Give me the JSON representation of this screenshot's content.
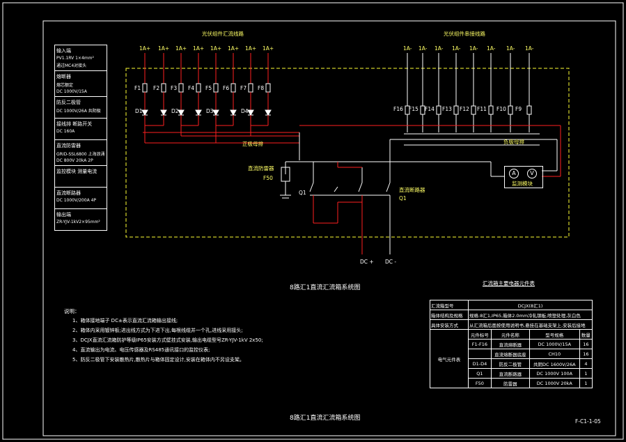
{
  "title_top_left": "光伏组件汇流线路",
  "title_top_right": "光伏组件串接线路",
  "left_inputs": [
    "1A+",
    "1A+",
    "1A+",
    "1A+",
    "1A+",
    "1A+",
    "1A+",
    "1A+"
  ],
  "right_inputs": [
    "1A-",
    "1A-",
    "1A-",
    "1A-",
    "1A-",
    "1A-",
    "1A-",
    "1A-"
  ],
  "fuses_left": [
    "F1",
    "F2",
    "F3",
    "F4",
    "F5",
    "F6",
    "F7",
    "F8"
  ],
  "fuses_right": [
    "F16",
    "F15",
    "F14",
    "F13",
    "F12",
    "F11",
    "F10",
    "F9"
  ],
  "diodes": [
    "D1",
    "D2",
    "D3",
    "D4"
  ],
  "bus_plus": "正极母排",
  "bus_minus": "负极母排",
  "spd_label": "直流防雷器",
  "spd_tag": "F50",
  "breaker_label": "直流断路器",
  "breaker_tag": "Q1",
  "q1_tag": "Q1",
  "meter_label": "监测模块",
  "dc_plus": "DC +",
  "dc_minus": "DC -",
  "left_table": [
    {
      "title": "输入端",
      "lines": [
        "PV1.1RV 1×4mm²",
        "通过MC4对接头"
      ]
    },
    {
      "title": "熔断器",
      "lines": [
        "熔芯额定",
        "DC 1000V/15A"
      ]
    },
    {
      "title": "防反二极管",
      "lines": [
        "DC 1000V/26A  共阴极"
      ]
    },
    {
      "title": "接线排  断路开关",
      "lines": [
        "DC 160A"
      ]
    },
    {
      "title": "直流防雷器",
      "lines": [
        "GRID-SSL6800  上海浪涌",
        "DC 800V  20kA  2P"
      ]
    },
    {
      "title": "监控模块  测量电流",
      "lines": []
    },
    {
      "title": "直流断路器",
      "lines": [
        "DC 1000V/200A 4P"
      ]
    },
    {
      "title": "输出端",
      "lines": [
        "ZR-YJV-1kV2×95mm²"
      ]
    }
  ],
  "diagram_caption": "8路汇1直流汇流箱系统图",
  "notes_title": "说明：",
  "notes": [
    "1、箱体接地端子 DC±表示直流汇流箱输出接线;",
    "2、箱体内采用镀锌板;进出线方式为下进下出,每根线缆并一个孔,进线采用接头;",
    "3、DCJX直流汇流箱防护等级IP65安装方式壁挂式安装,输出电缆型号ZR-YJV-1kV 2x50;",
    "4、直流输出为电流、电压传感器及RS485通讯接口的监控仪表;",
    "5、防反二极管下安装散热片,散热片与箱体固定设计,安装在箱体内不另设支架。"
  ],
  "bom_title": "汇流箱主要电器元件表",
  "bom": {
    "model_label": "汇流箱型号",
    "model_value": "DCJX(8汇1)",
    "spec_label": "箱体结构及规格",
    "spec_value": "规格:8汇1,IP65,箱体2.0mm冷轧钢板,喷塑处理,灰白色",
    "install_label": "具体安装方式",
    "install_value": "从汇流箱后面按使用说明书,悬挂在基础支架上,安装后接地",
    "group_label": "电气元件表",
    "headers": [
      "元件标号",
      "元件名称",
      "型号规格",
      "数量"
    ],
    "rows": [
      [
        "F1-F16",
        "直流熔断器",
        "DC 1000V/15A",
        "16"
      ],
      [
        "",
        "直流熔断器底座",
        "CH10",
        "16"
      ],
      [
        "D1-D4",
        "防反二极管",
        "共阴DC 1600V/26A",
        "4"
      ],
      [
        "Q1",
        "直流断路器",
        "DC 1000V 100A",
        "1"
      ],
      [
        "F50",
        "防雷器",
        "DC 1000V 20kA",
        "1"
      ]
    ]
  },
  "page_caption": "8路汇1直流汇流箱系统图",
  "drawing_number": "F-C1-1-05"
}
